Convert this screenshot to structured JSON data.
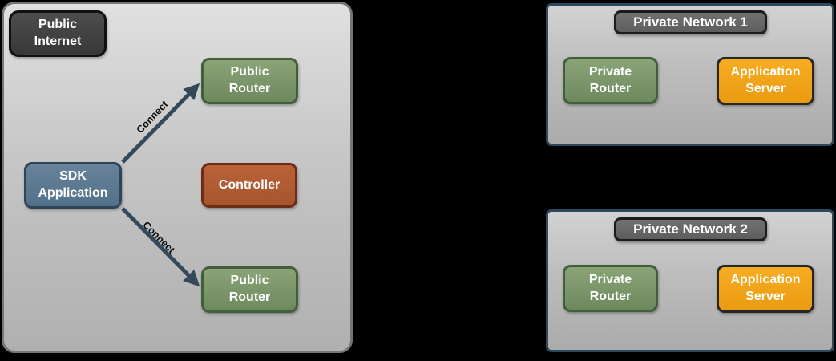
{
  "colors": {
    "background": "#000000",
    "public_zone_fill": "#c6c6c6",
    "public_zone_border": "#757575",
    "private_zone_fill": "#bdbdbd",
    "private_zone_border": "#2b4a5e",
    "node_dark_fill": "#3f3f3f",
    "node_green_fill": "#7b9668",
    "node_slate_fill": "#5d7890",
    "node_rust_fill": "#b05b33",
    "node_amber_fill": "#f1a41b",
    "header_gray_fill": "#676767",
    "arrow_stroke": "#35495d",
    "connect_text": "#0d0d0d",
    "node_text": "#ffffff"
  },
  "public_zone": {
    "internet_label": "Public Internet",
    "router_top": "Public Router",
    "sdk_application": "SDK Application",
    "controller": "Controller",
    "router_bottom": "Public Router",
    "connections": [
      {
        "label": "Connect"
      },
      {
        "label": "Connect"
      }
    ]
  },
  "private_networks": [
    {
      "title": "Private Network 1",
      "router": "Private Router",
      "server": "Application Server"
    },
    {
      "title": "Private Network 2",
      "router": "Private Router",
      "server": "Application Server"
    }
  ]
}
